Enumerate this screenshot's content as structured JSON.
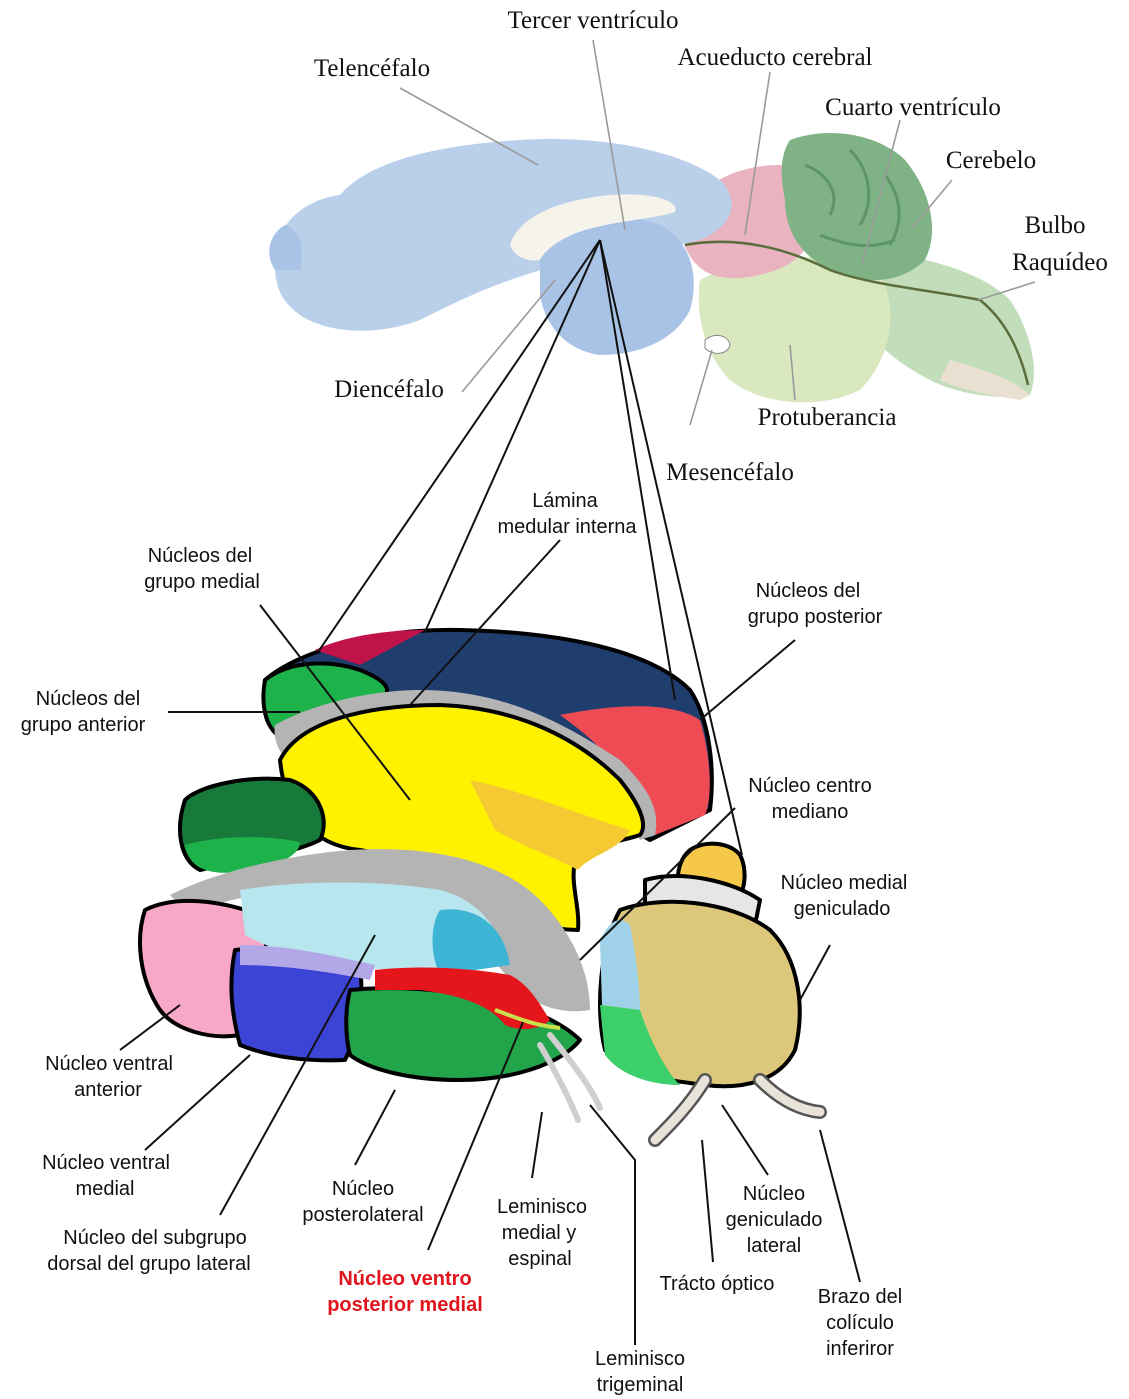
{
  "brain_labels": {
    "tercer_ventriculo": "Tercer ventrículo",
    "telencefalo": "Telencéfalo",
    "acueducto": "Acueducto cerebral",
    "cuarto_ventriculo": "Cuarto ventrículo",
    "cerebelo": "Cerebelo",
    "bulbo_1": "Bulbo",
    "bulbo_2": "Raquídeo",
    "diencefalo": "Diencéfalo",
    "protuberancia": "Protuberancia",
    "mesencefalo": "Mesencéfalo"
  },
  "thalamus_labels": {
    "lamina_1": "Lámina",
    "lamina_2": "medular interna",
    "grupo_medial_1": "Núcleos del",
    "grupo_medial_2": "grupo medial",
    "grupo_posterior_1": "Núcleos del",
    "grupo_posterior_2": "grupo posterior",
    "grupo_anterior_1": "Núcleos del",
    "grupo_anterior_2": "grupo anterior",
    "centro_mediano_1": "Núcleo centro",
    "centro_mediano_2": "mediano",
    "medial_geniculado_1": "Núcleo medial",
    "medial_geniculado_2": "geniculado",
    "ventral_anterior_1": "Núcleo ventral",
    "ventral_anterior_2": "anterior",
    "ventral_medial_1": "Núcleo ventral",
    "ventral_medial_2": "medial",
    "subgrupo_dorsal_1": "Núcleo del subgrupo",
    "subgrupo_dorsal_2": "dorsal del grupo lateral",
    "posterolateral_1": "Núcleo",
    "posterolateral_2": "posterolateral",
    "vpm_1": "Núcleo ventro",
    "vpm_2": "posterior medial",
    "lemnisco_medial_1": "Leminisco",
    "lemnisco_medial_2": "medial y",
    "lemnisco_medial_3": "espinal",
    "geniculado_lateral_1": "Núcleo",
    "geniculado_lateral_2": "geniculado",
    "geniculado_lateral_3": "lateral",
    "tracto_optico": "Trácto óptico",
    "brazo_1": "Brazo del",
    "brazo_2": "colículo",
    "brazo_3": "inferiror",
    "lemnisco_trigeminal_1": "Leminisco",
    "lemnisco_trigeminal_2": "trigeminal"
  },
  "colors": {
    "highlight_label": "#e0141b",
    "telencephalon": "#b9cfea",
    "diencephalon": "#a9c3e6",
    "mesencephalon": "#e9b3bf",
    "cerebellum": "#7fb285",
    "pons": "#d9e8bf",
    "medial_group": "#fff200",
    "anterior_group": "#1db34a",
    "posterior_group": "#ef4b55",
    "dorsal_navy": "#1f3e6e",
    "ventral_anterior": "#f7a8c6",
    "ventral_medial": "#3c44d6",
    "lateral_dorsal_subgroup": "#b8e6ee",
    "posterolateral": "#22a54a",
    "vpm": "#e4151b",
    "medial_geniculate": "#ddc77a",
    "lamina": "#b4b4b4"
  }
}
